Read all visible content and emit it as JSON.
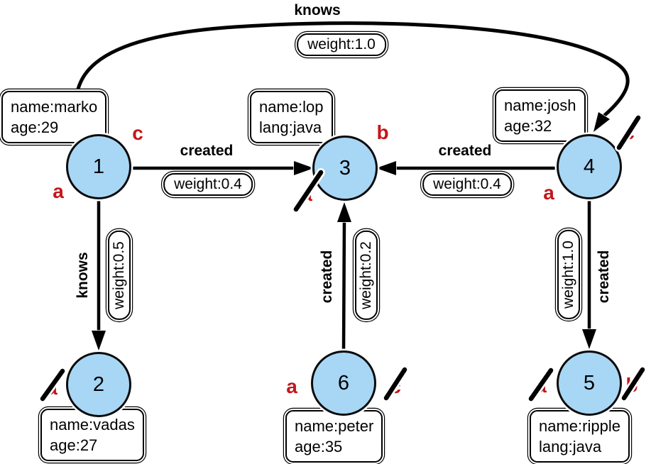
{
  "colors": {
    "node_fill": "#a8d7f5",
    "node_border": "#0a0a0a",
    "marker_red": "#c4161a",
    "edge_black": "#000000",
    "background": "#ffffff"
  },
  "nodes": [
    {
      "id": "1",
      "props": [
        "name:marko",
        "age:29"
      ]
    },
    {
      "id": "2",
      "props": [
        "name:vadas",
        "age:27"
      ]
    },
    {
      "id": "3",
      "props": [
        "name:lop",
        "lang:java"
      ]
    },
    {
      "id": "4",
      "props": [
        "name:josh",
        "age:32"
      ]
    },
    {
      "id": "5",
      "props": [
        "name:ripple",
        "lang:java"
      ]
    },
    {
      "id": "6",
      "props": [
        "name:peter",
        "age:35"
      ]
    }
  ],
  "edges": [
    {
      "from": "1",
      "to": "4",
      "label": "knows",
      "weight": "weight:1.0"
    },
    {
      "from": "1",
      "to": "3",
      "label": "created",
      "weight": "weight:0.4"
    },
    {
      "from": "4",
      "to": "3",
      "label": "created",
      "weight": "weight:0.4"
    },
    {
      "from": "1",
      "to": "2",
      "label": "knows",
      "weight": "weight:0.5"
    },
    {
      "from": "6",
      "to": "3",
      "label": "created",
      "weight": "weight:0.2"
    },
    {
      "from": "4",
      "to": "5",
      "label": "created",
      "weight": "weight:1.0"
    }
  ],
  "markers": [
    {
      "letter": "c",
      "node": "1",
      "slashed": false
    },
    {
      "letter": "a",
      "node": "1",
      "slashed": false
    },
    {
      "letter": "b",
      "node": "3",
      "slashed": false
    },
    {
      "letter": "a",
      "node": "3",
      "slashed": true
    },
    {
      "letter": "c",
      "node": "4",
      "slashed": true
    },
    {
      "letter": "a",
      "node": "4",
      "slashed": false
    },
    {
      "letter": "a",
      "node": "2",
      "slashed": true
    },
    {
      "letter": "a",
      "node": "6",
      "slashed": false
    },
    {
      "letter": "c",
      "node": "6",
      "slashed": true
    },
    {
      "letter": "a",
      "node": "5",
      "slashed": true
    },
    {
      "letter": "b",
      "node": "5",
      "slashed": true
    }
  ]
}
